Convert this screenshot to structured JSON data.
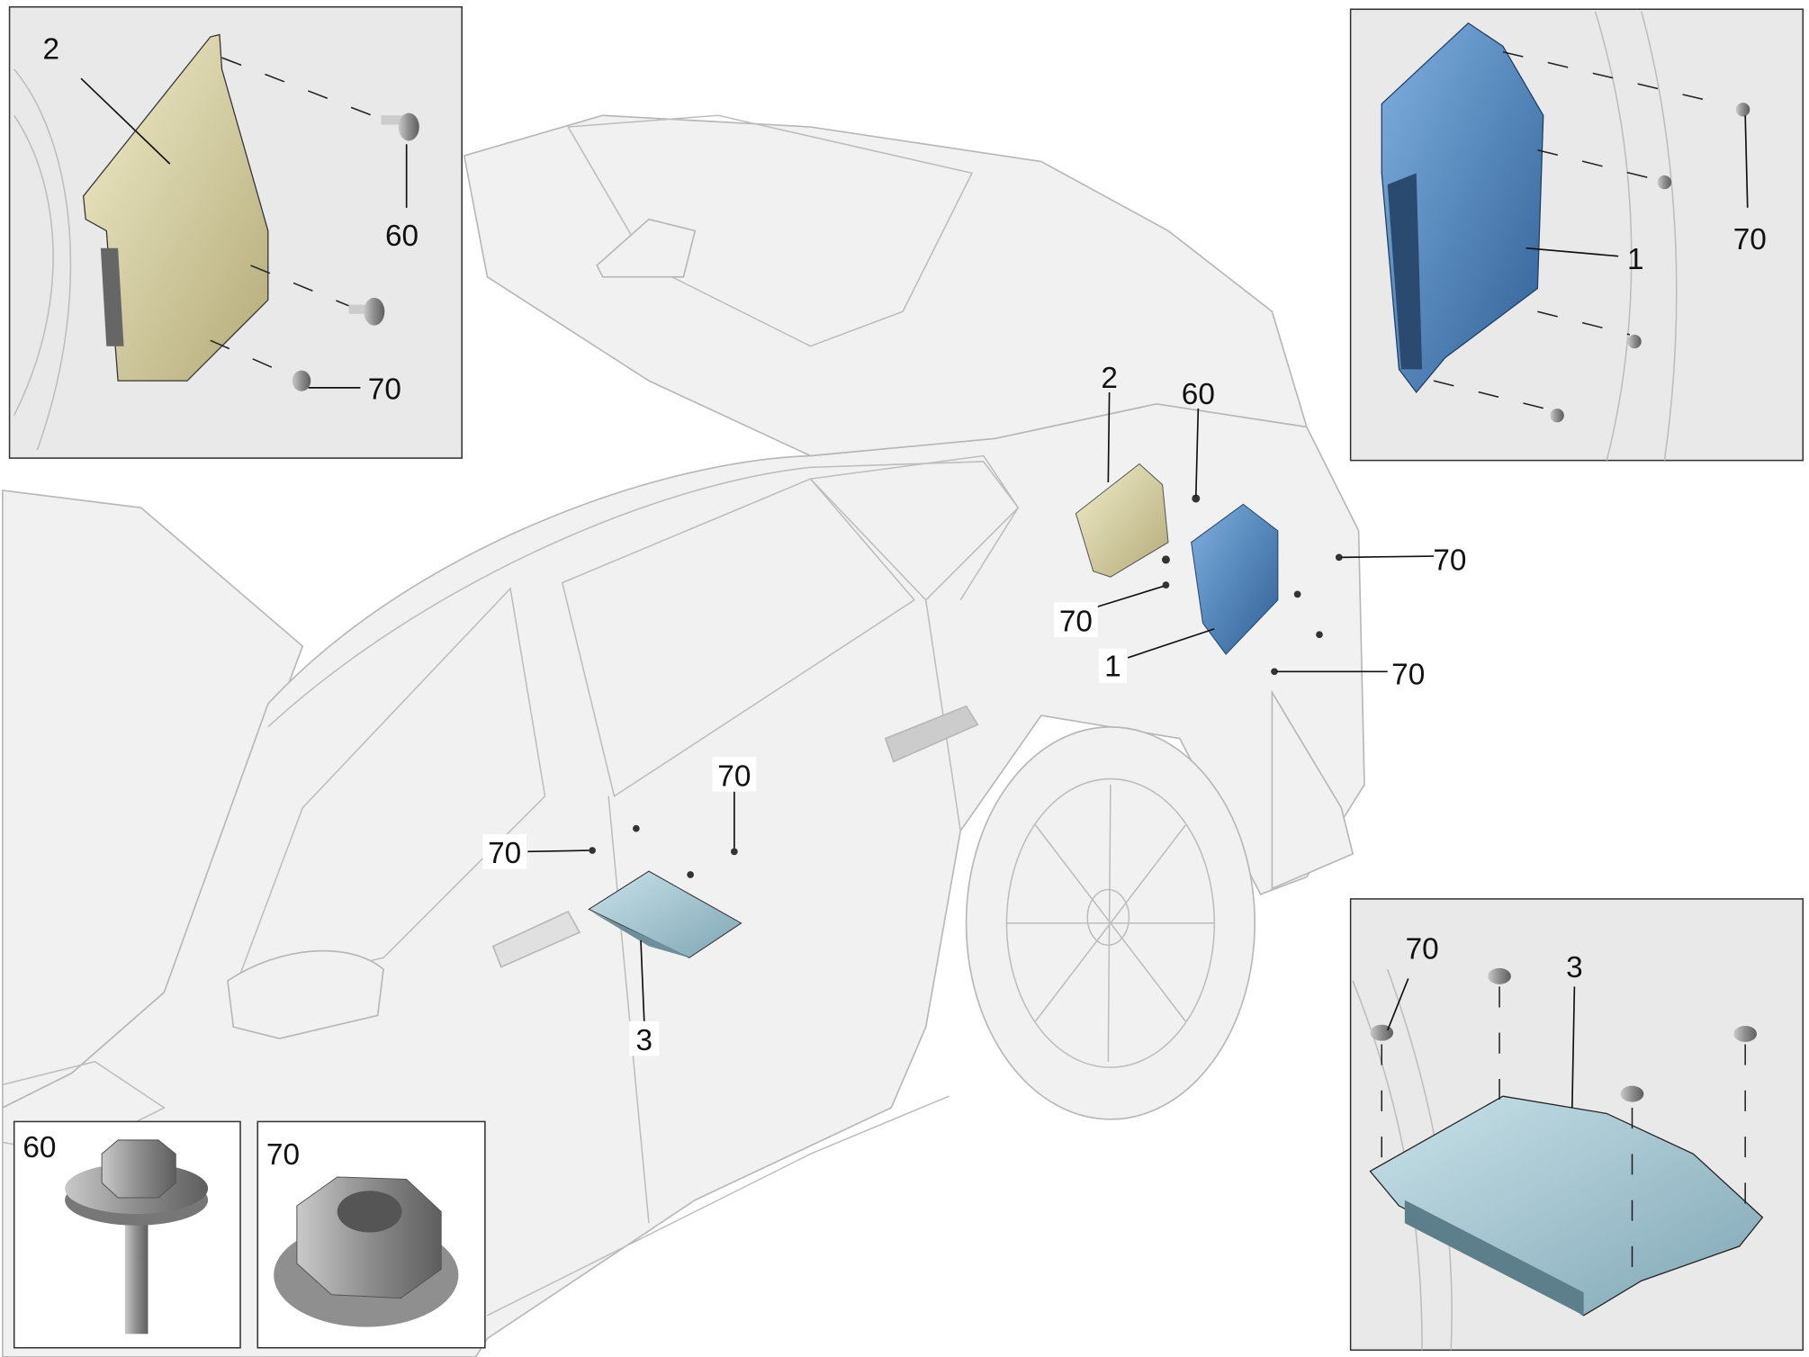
{
  "colors": {
    "module_1": "#4f86bf",
    "module_2": "#ddd6a8",
    "module_3": "#a9ccd8",
    "fastener": "#8a8a8a",
    "background": "#ffffff"
  },
  "main_view": {
    "callouts": [
      {
        "label": "2",
        "part": "control-unit-2"
      },
      {
        "label": "60",
        "part": "bolt"
      },
      {
        "label": "70",
        "part": "nut"
      },
      {
        "label": "70",
        "part": "nut"
      },
      {
        "label": "1",
        "part": "control-unit-1"
      },
      {
        "label": "70",
        "part": "nut"
      },
      {
        "label": "70",
        "part": "nut"
      },
      {
        "label": "70",
        "part": "nut"
      },
      {
        "label": "3",
        "part": "control-unit-3"
      }
    ]
  },
  "inset_top_left": {
    "callouts": [
      {
        "label": "2"
      },
      {
        "label": "60"
      },
      {
        "label": "70"
      }
    ]
  },
  "inset_top_right": {
    "callouts": [
      {
        "label": "1"
      },
      {
        "label": "70"
      }
    ]
  },
  "inset_bottom_right": {
    "callouts": [
      {
        "label": "70"
      },
      {
        "label": "3"
      }
    ]
  },
  "inset_bolt": {
    "label": "60"
  },
  "inset_nut": {
    "label": "70"
  }
}
